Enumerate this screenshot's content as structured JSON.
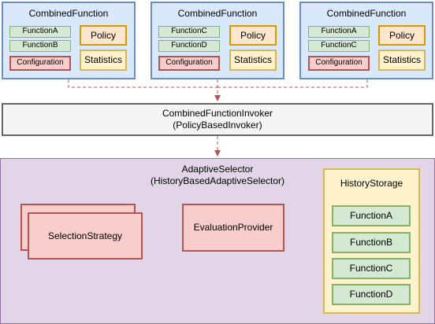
{
  "combined_functions": [
    {
      "title": "CombinedFunction",
      "functions": [
        "FunctionA",
        "FunctionB"
      ],
      "configuration": "Configuration",
      "policy": "Policy",
      "statistics": "Statistics"
    },
    {
      "title": "CombinedFunction",
      "functions": [
        "FunctionC",
        "FunctionD"
      ],
      "configuration": "Configuration",
      "policy": "Policy",
      "statistics": "Statistics"
    },
    {
      "title": "CombinedFunction",
      "functions": [
        "FunctionA",
        "FunctionC"
      ],
      "configuration": "Configuration",
      "policy": "Policy",
      "statistics": "Statistics"
    }
  ],
  "invoker": {
    "line1": "CombinedFunctionInvoker",
    "line2": "(PolicyBasedInvoker)"
  },
  "selector": {
    "line1": "AdaptiveSelector",
    "line2": "(HistoryBasedAdaptiveSelector)",
    "strategy": "SelectionStrategy",
    "evaluation": "EvaluationProvider"
  },
  "history": {
    "title": "HistoryStorage",
    "functions": [
      "FunctionA",
      "FunctionB",
      "FunctionC",
      "FunctionD"
    ]
  },
  "colors": {
    "combined_fill": "#dae8fc",
    "combined_stroke": "#6c8ebf",
    "function_fill": "#d5e8d4",
    "configuration_fill": "#f8cecc",
    "policy_fill": "#ffe6cc",
    "selector_fill": "#e1d5e7",
    "history_fill": "#fff2cc",
    "arrow": "#b85450"
  }
}
